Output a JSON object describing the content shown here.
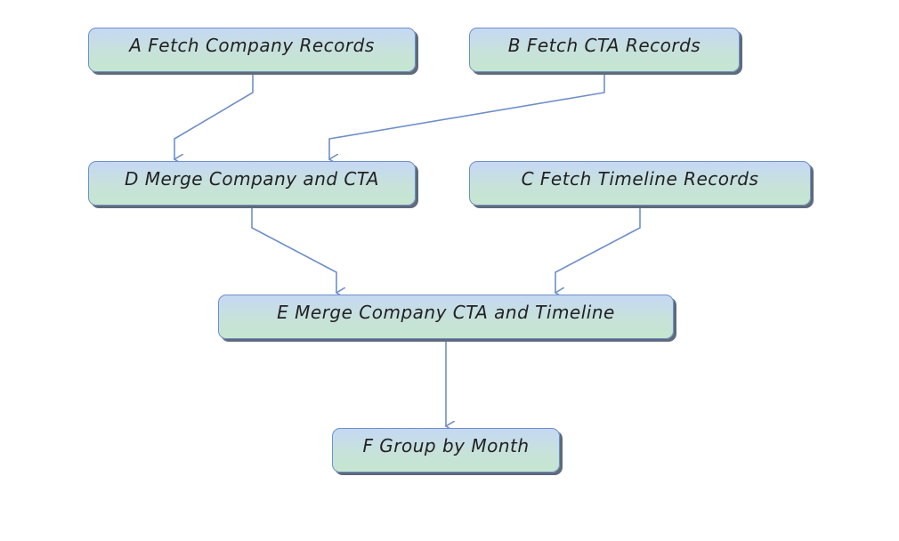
{
  "diagram": {
    "nodes": [
      {
        "id": "A",
        "label": "A Fetch Company Records"
      },
      {
        "id": "B",
        "label": "B Fetch CTA Records"
      },
      {
        "id": "D",
        "label": "D Merge Company and CTA"
      },
      {
        "id": "C",
        "label": "C Fetch Timeline Records"
      },
      {
        "id": "E",
        "label": "E Merge Company CTA and Timeline"
      },
      {
        "id": "F",
        "label": "F Group by Month"
      }
    ],
    "edges": [
      {
        "from": "A",
        "to": "D"
      },
      {
        "from": "B",
        "to": "D"
      },
      {
        "from": "D",
        "to": "E"
      },
      {
        "from": "C",
        "to": "E"
      },
      {
        "from": "E",
        "to": "F"
      }
    ],
    "colors": {
      "edge": "#6f8fc9",
      "node_border": "#6f8fc9",
      "node_fill_top": "#c5d8f4",
      "node_fill_bottom": "#c6e6cf",
      "shadow": "#5f6a7a",
      "text": "#222222"
    }
  }
}
